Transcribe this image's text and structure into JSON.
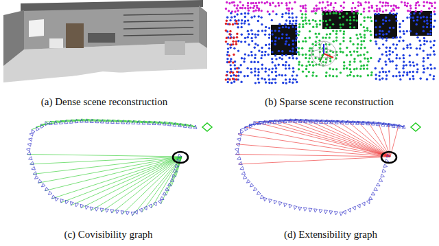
{
  "diagram": {
    "labels": [
      "(a) Dense scene reconstruction",
      "(b) Sparse scene reconstruction",
      "(c) Covisibility graph",
      "(d) Extensibility graph"
    ]
  }
}
